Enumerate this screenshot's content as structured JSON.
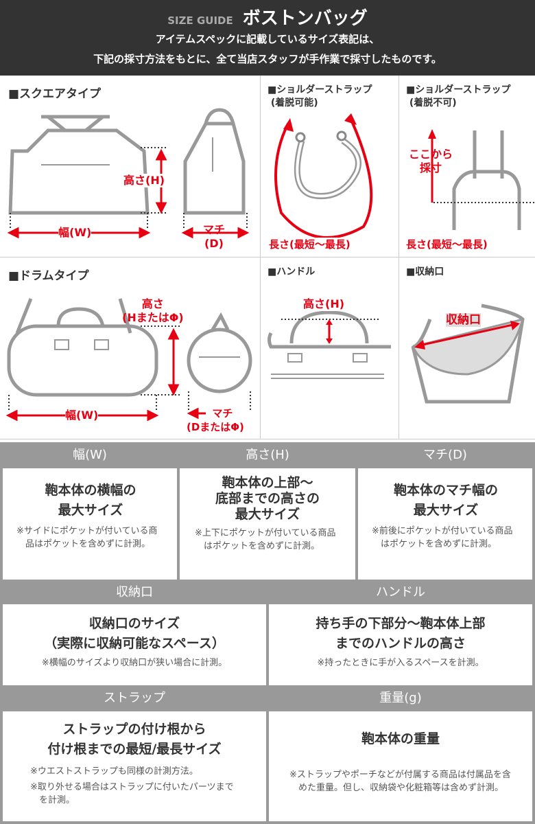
{
  "header": {
    "guide": "SIZE GUIDE",
    "title": "ボストンバッグ",
    "line1": "アイテムスペックに記載しているサイズ表記は、",
    "line2": "下記の採寸方法をもとに、全て当店スタッフが手作業で採寸したものです。"
  },
  "diagrams": {
    "square": {
      "title": "■スクエアタイプ",
      "height": "高さ(H)",
      "width": "幅(W)",
      "depth1": "マチ",
      "depth2": "(D)"
    },
    "strap_removable": {
      "title1": "■ショルダーストラップ",
      "title2": "(着脱可能)",
      "length": "長さ(最短～最長)"
    },
    "strap_fixed": {
      "title1": "■ショルダーストラップ",
      "title2": "(着脱不可)",
      "measure1": "ここから",
      "measure2": "採寸",
      "length": "長さ(最短～最長)"
    },
    "drum": {
      "title": "■ドラムタイプ",
      "height1": "高さ",
      "height2": "(HまたはΦ)",
      "width": "幅(W)",
      "depth1": "マチ",
      "depth2": "(DまたはΦ)"
    },
    "handle": {
      "title": "■ハンドル",
      "height": "高さ(H)"
    },
    "opening": {
      "title": "■収納口",
      "label": "収納口"
    }
  },
  "table": {
    "width": {
      "header": "幅(W)",
      "main1": "鞄本体の横幅の",
      "main2": "最大サイズ",
      "note": "※サイドにポケットが付いている商品はポケットを含めずに計測。"
    },
    "height": {
      "header": "高さ(H)",
      "main1": "鞄本体の上部～",
      "main2": "底部までの高さの",
      "main3": "最大サイズ",
      "note": "※上下にポケットが付いている商品はポケットを含めずに計測。"
    },
    "depth": {
      "header": "マチ(D)",
      "main1": "鞄本体のマチ幅の",
      "main2": "最大サイズ",
      "note": "※前後にポケットが付いている商品はポケットを含めずに計測。"
    },
    "opening": {
      "header": "収納口",
      "main1": "収納口のサイズ",
      "main2": "（実際に収納可能なスペース）",
      "note": "※横幅のサイズより収納口が狭い場合に計測。"
    },
    "handle": {
      "header": "ハンドル",
      "main1": "持ち手の下部分～鞄本体上部",
      "main2": "までのハンドルの高さ",
      "note": "※持ったときに手が入るスペースを計測。"
    },
    "strap": {
      "header": "ストラップ",
      "main1": "ストラップの付け根から",
      "main2": "付け根までの最短/最長サイズ",
      "note1": "※ウエストストラップも同様の計測方法。",
      "note2": "※取り外せる場合はストラップに付いたパーツまでを計測。"
    },
    "weight": {
      "header": "重量(g)",
      "main1": "鞄本体の重量",
      "note": "※ストラップやポーチなどが付属する商品は付属品を含めた重量。但し、収納袋や化粧箱等は含めず計測。"
    }
  }
}
